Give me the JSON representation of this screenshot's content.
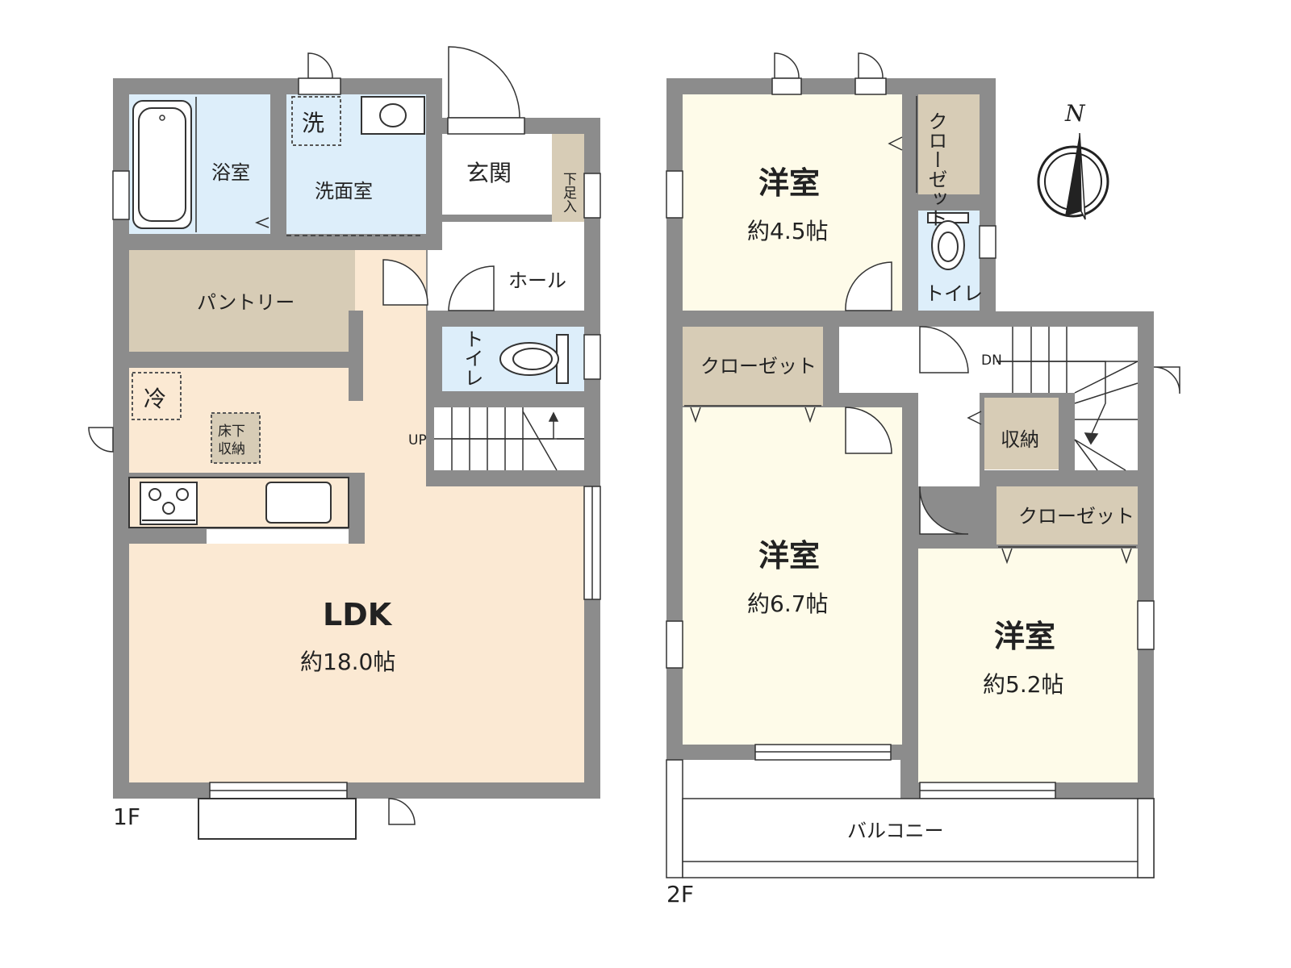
{
  "floors": {
    "f1_label": "1F",
    "f2_label": "2F"
  },
  "colors": {
    "wall": "#8c8c8c",
    "living": "#fbe9d3",
    "wet": "#ddeefa",
    "storage": "#d7ccb6",
    "bedroom": "#fefbe9",
    "white": "#ffffff",
    "line": "#333333"
  },
  "rooms_1f": {
    "bath": "浴室",
    "washroom": "洗面室",
    "washer_mark": "洗",
    "entrance": "玄関",
    "shoe_box": "下足入",
    "hall": "ホール",
    "pantry": "パントリー",
    "toilet": "トイレ",
    "fridge_mark": "冷",
    "underfloor_storage_1": "床下",
    "underfloor_storage_2": "収納",
    "stairs_up": "UP",
    "ldk": "LDK",
    "ldk_size": "約18.0帖"
  },
  "rooms_2f": {
    "room1": "洋室",
    "room1_size": "約4.5帖",
    "closet_a": "クローゼット",
    "toilet": "トイレ",
    "stairs_down": "DN",
    "closet_b": "クローゼット",
    "storage": "収納",
    "room2": "洋室",
    "room2_size": "約6.7帖",
    "closet_c": "クローゼット",
    "room3": "洋室",
    "room3_size": "約5.2帖",
    "balcony": "バルコニー"
  },
  "compass": {
    "north": "N"
  }
}
